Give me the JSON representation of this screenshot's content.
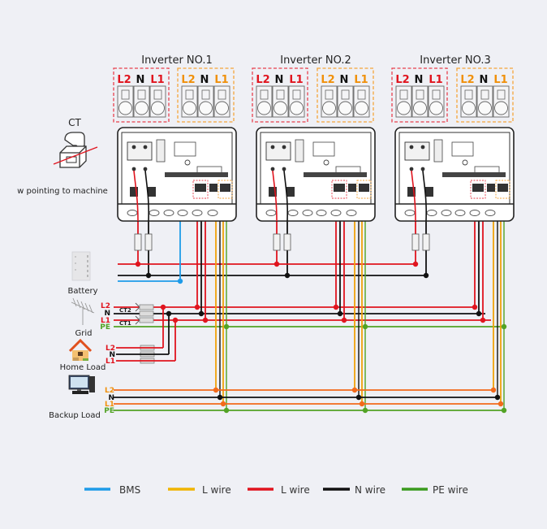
{
  "colors": {
    "background": "#eff0f5",
    "bms": "#1e9be8",
    "l_wire_yellow": "#f0a30a",
    "l_wire_red": "#e0141e",
    "n_wire": "#111111",
    "pe_wire": "#52a325",
    "backup_line": "#f26a1b",
    "dashed_red": "#e8404d",
    "dashed_orange": "#f5a53a"
  },
  "inverters": [
    {
      "title": "Inverter NO.1",
      "grid_terminals": [
        "L2",
        "N",
        "L1"
      ],
      "backup_terminals": [
        "L2",
        "N",
        "L1"
      ]
    },
    {
      "title": "Inverter NO.2",
      "grid_terminals": [
        "L2",
        "N",
        "L1"
      ],
      "backup_terminals": [
        "L2",
        "N",
        "L1"
      ]
    },
    {
      "title": "Inverter NO.3",
      "grid_terminals": [
        "L2",
        "N",
        "L1"
      ],
      "backup_terminals": [
        "L2",
        "N",
        "L1"
      ]
    }
  ],
  "ct": {
    "label": "CT",
    "caption": "w pointing to machine",
    "ct_labels": [
      "CT2",
      "CT1"
    ]
  },
  "sources": {
    "battery": "Battery",
    "grid": "Grid",
    "home_load": "Home Load",
    "backup_load": "Backup Load"
  },
  "grid_lines": [
    "L2",
    "N",
    "L1",
    "PE"
  ],
  "home_lines": [
    "L2",
    "N",
    "L1"
  ],
  "backup_lines": [
    "L2",
    "N",
    "L1",
    "PE"
  ],
  "legend": [
    {
      "label": "BMS",
      "color": "#1e9be8"
    },
    {
      "label": "L wire",
      "color": "#f0b400"
    },
    {
      "label": "L wire",
      "color": "#e0141e"
    },
    {
      "label": "N wire",
      "color": "#111111"
    },
    {
      "label": "PE wire",
      "color": "#3a9a1e"
    }
  ]
}
